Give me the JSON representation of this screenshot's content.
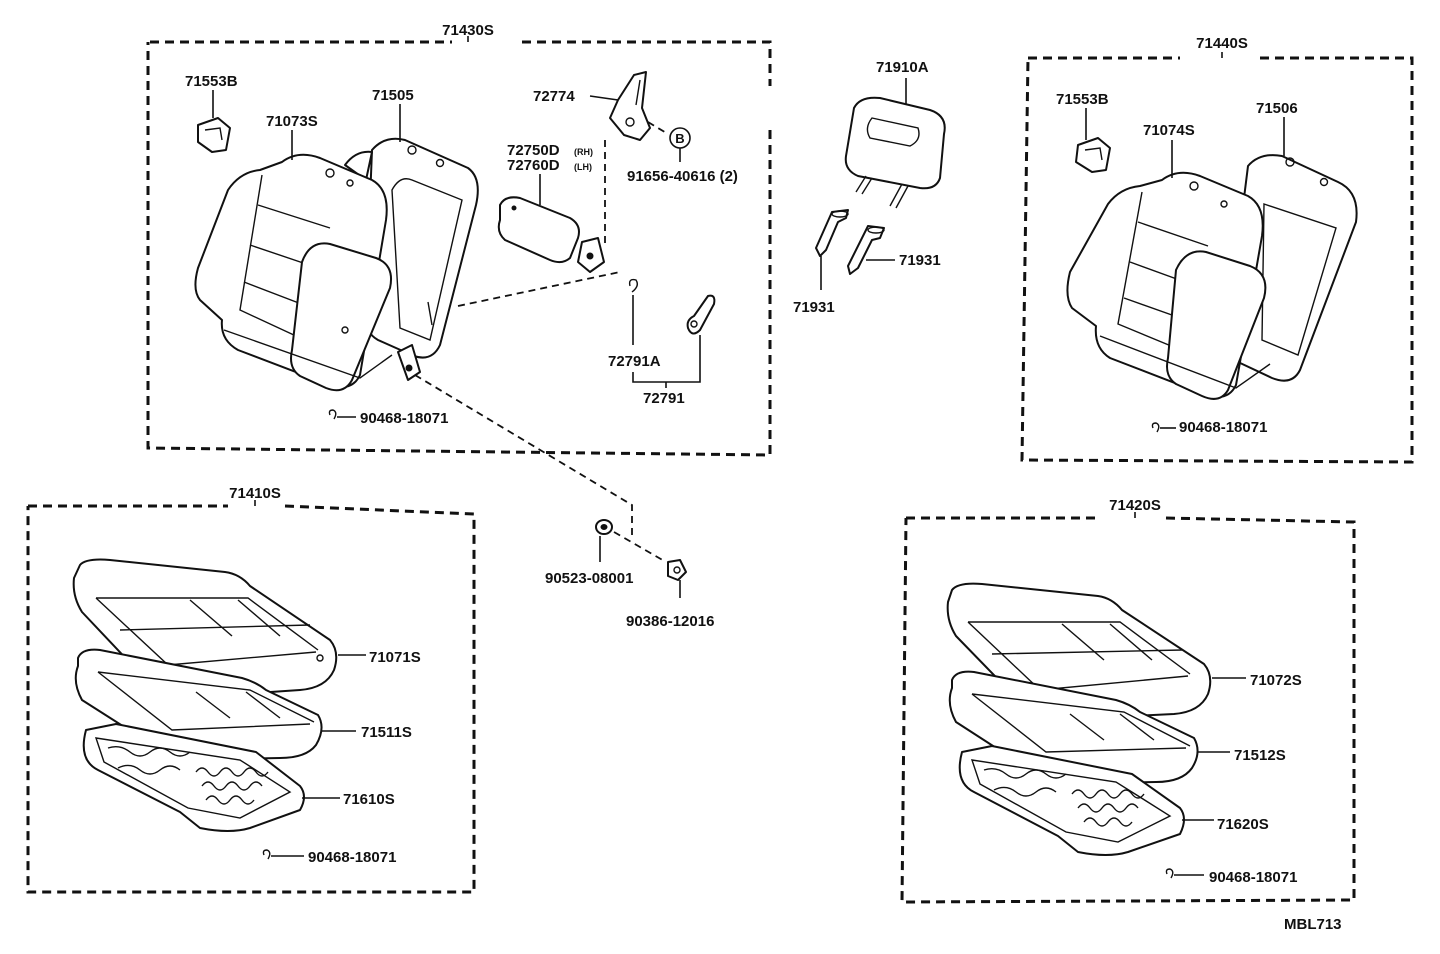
{
  "groups": {
    "rear_seatback_left": "71430S",
    "rear_seatback_right": "71440S",
    "cushion_left": "71410S",
    "cushion_right": "71420S"
  },
  "parts": {
    "p71553b_left": "71553B",
    "p71073s": "71073S",
    "p71505": "71505",
    "p72774": "72774",
    "p72750d": "72750D",
    "p72750d_side": "(RH)",
    "p72760d": "72760D",
    "p72760d_side": "(LH)",
    "marker_b": "B",
    "p91656": "91656-40616 (2)",
    "p72791a": "72791A",
    "p72791": "72791",
    "p90468_a": "90468-18071",
    "p71910a": "71910A",
    "p71931_right": "71931",
    "p71931_left": "71931",
    "p71553b_right": "71553B",
    "p71074s": "71074S",
    "p71506": "71506",
    "p90468_b": "90468-18071",
    "p90523": "90523-08001",
    "p90386": "90386-12016",
    "p71071s": "71071S",
    "p71511s": "71511S",
    "p71610s": "71610S",
    "p90468_c": "90468-18071",
    "p71072s": "71072S",
    "p71512s": "71512S",
    "p71620s": "71620S",
    "p90468_d": "90468-18071"
  },
  "diagram_code": "MBL713"
}
